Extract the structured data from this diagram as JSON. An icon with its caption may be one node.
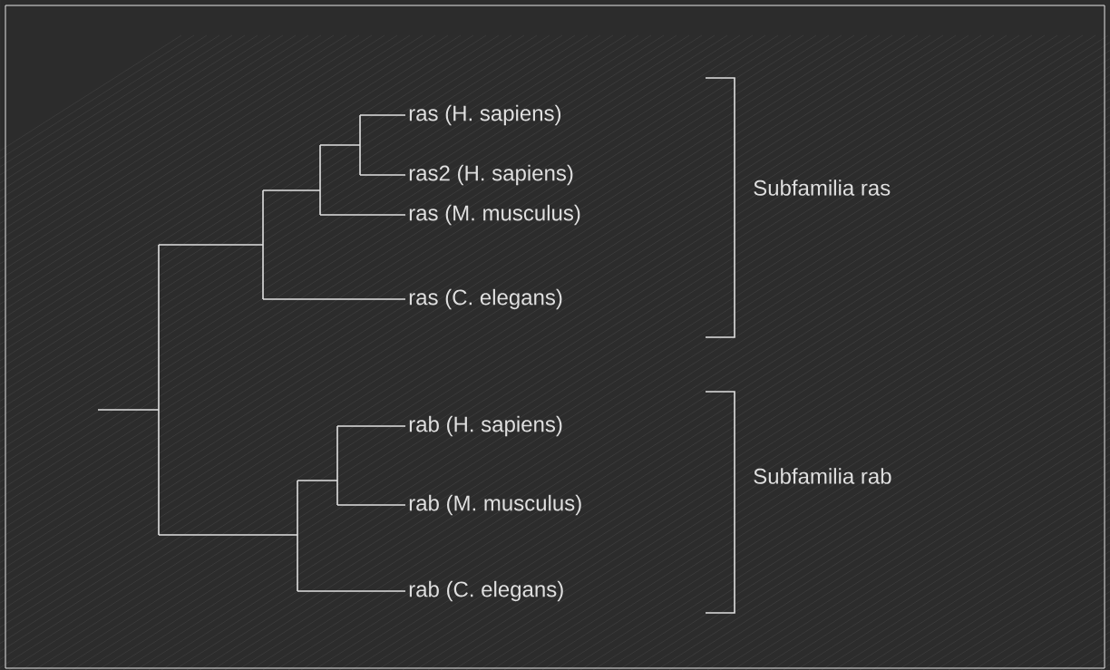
{
  "diagram": {
    "nodes": [
      {
        "text": [
          "ras (H. sapiens)"
        ]
      },
      {
        "text": [
          "ras2 (H. sapiens)"
        ]
      },
      {
        "text": [
          "ras (M. musculus)"
        ]
      },
      {
        "text": [
          "ras (C. elegans)"
        ]
      },
      {
        "text": [
          "rab (H. sapiens)"
        ]
      },
      {
        "text": [
          "rab (M. musculus)"
        ]
      },
      {
        "text": [
          "rab (C. elegans)"
        ]
      }
    ],
    "edges": [
      {
        "from": null,
        "to": 0,
        "arrow": "none"
      },
      {
        "from": null,
        "to": 1,
        "arrow": "none"
      },
      {
        "from": null,
        "to": 2,
        "arrow": "none"
      },
      {
        "from": null,
        "to": 3,
        "arrow": "none"
      },
      {
        "from": null,
        "to": 4,
        "arrow": "none"
      },
      {
        "from": null,
        "to": 5,
        "arrow": "none"
      },
      {
        "from": null,
        "to": 6,
        "arrow": "none"
      }
    ],
    "labels": [
      "Subfamilia ras",
      "Subfamilia rab"
    ]
  }
}
